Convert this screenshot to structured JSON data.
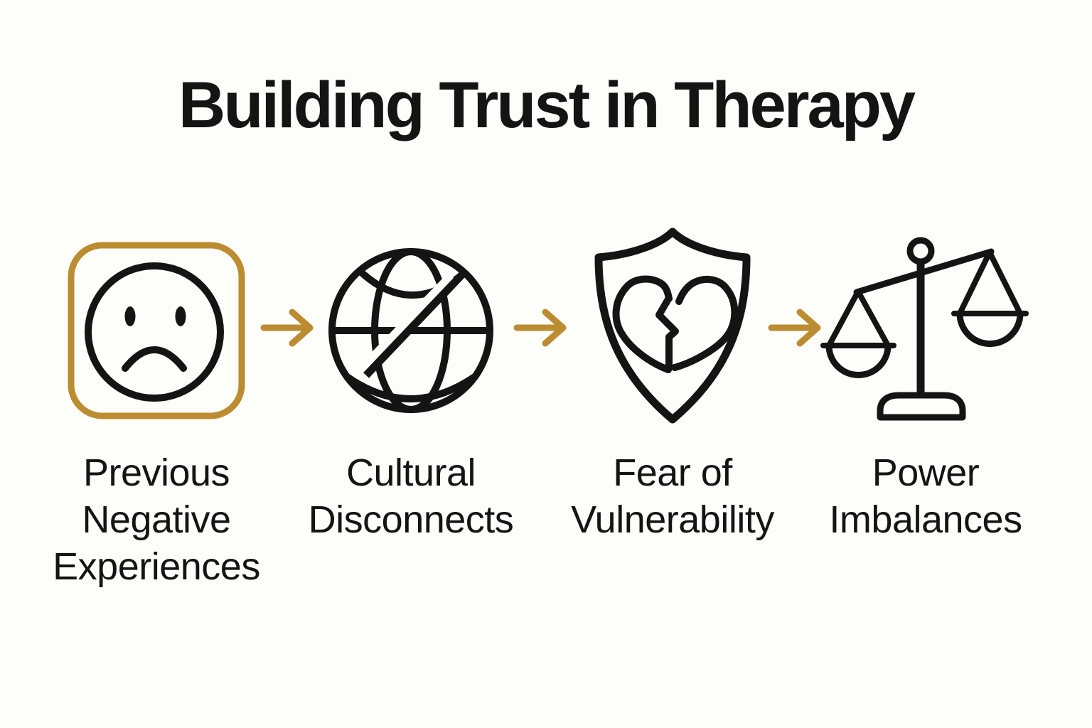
{
  "title": "Building Trust in Therapy",
  "steps": [
    {
      "label": "Previous Negative Experiences",
      "icon": "sad-face"
    },
    {
      "label": "Cultural Disconnects",
      "icon": "globe-slash"
    },
    {
      "label": "Fear of Vulnerability",
      "icon": "shield-broken-heart"
    },
    {
      "label": "Power Imbalances",
      "icon": "balance-scale"
    }
  ],
  "connector": {
    "icon": "arrow-right"
  },
  "colors": {
    "ink": "#141414",
    "gold": "#BC8C31",
    "background": "#FDFDFA"
  }
}
